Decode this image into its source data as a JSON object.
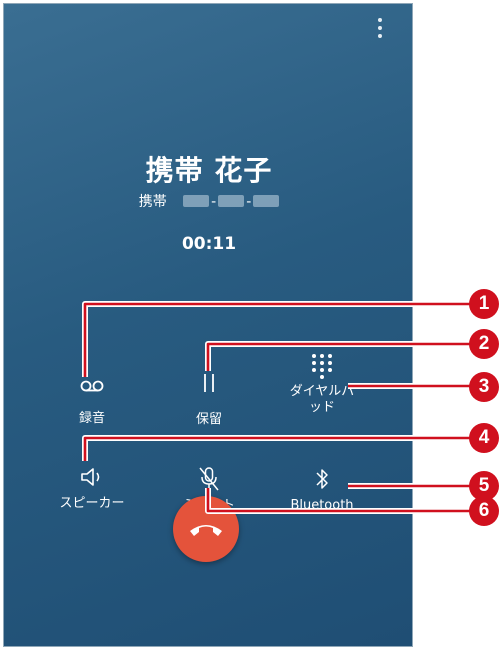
{
  "call": {
    "caller_name": "携帯 花子",
    "number_label": "携帯",
    "timer": "00:11"
  },
  "controls": [
    {
      "label": "録音",
      "icon": "voicemail-icon"
    },
    {
      "label": "保留",
      "icon": "pause-icon"
    },
    {
      "label": "ダイヤルパッド",
      "icon": "dialpad-icon"
    },
    {
      "label": "スピーカー",
      "icon": "speaker-icon"
    },
    {
      "label": "ミュート",
      "icon": "mic-off-icon"
    },
    {
      "label": "Bluetooth",
      "icon": "bluetooth-icon"
    }
  ],
  "hangup": {
    "icon": "end-call-icon",
    "color": "#e4533b"
  },
  "callouts": [
    "1",
    "2",
    "3",
    "4",
    "5",
    "6"
  ],
  "colors": {
    "callout_red": "#d0101e",
    "background_top": "#3a6e92",
    "background_bottom": "#1f4e74"
  }
}
